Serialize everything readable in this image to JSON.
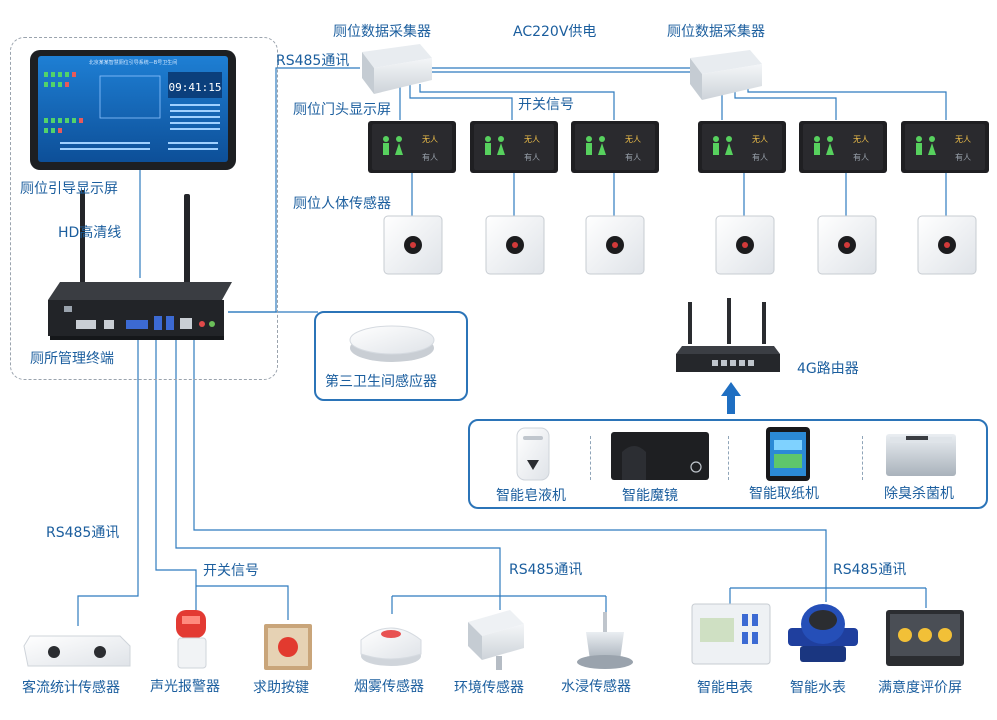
{
  "labels": {
    "collector_left": "厕位数据采集器",
    "collector_right": "厕位数据采集器",
    "power": "AC220V供电",
    "rs485_top": "RS485通讯",
    "door_display": "厕位门头显示屏",
    "switch_signal_top": "开关信号",
    "human_sensor": "厕位人体传感器",
    "guide_display": "厕位引导显示屏",
    "hd_cable": "HD高清线",
    "terminal": "厕所管理终端",
    "third_sensor": "第三卫生间感应器",
    "router": "4G路由器",
    "soap": "智能皂液机",
    "mirror": "智能魔镜",
    "paper": "智能取纸机",
    "deodorizer": "除臭杀菌机",
    "rs485_left": "RS485通讯",
    "switch_signal_bottom": "开关信号",
    "rs485_mid": "RS485通讯",
    "rs485_right": "RS485通讯",
    "passenger_counter": "客流统计传感器",
    "alarm": "声光报警器",
    "help_button": "求助按键",
    "smoke": "烟雾传感器",
    "environment": "环境传感器",
    "water_leak": "水浸传感器",
    "meter": "智能电表",
    "water_meter": "智能水表",
    "satisfaction": "满意度评价屏"
  },
  "screen": {
    "header": "北京某某智慧厕位引导系统—B号卫生间",
    "time": "09:41:15"
  },
  "door_signs": {
    "vacant": "无人",
    "occupied": "有人"
  },
  "colors": {
    "line": "#2f7bbf",
    "label": "#1b5e9e",
    "dark": "#26292e",
    "accent": "#1f6fc2"
  }
}
